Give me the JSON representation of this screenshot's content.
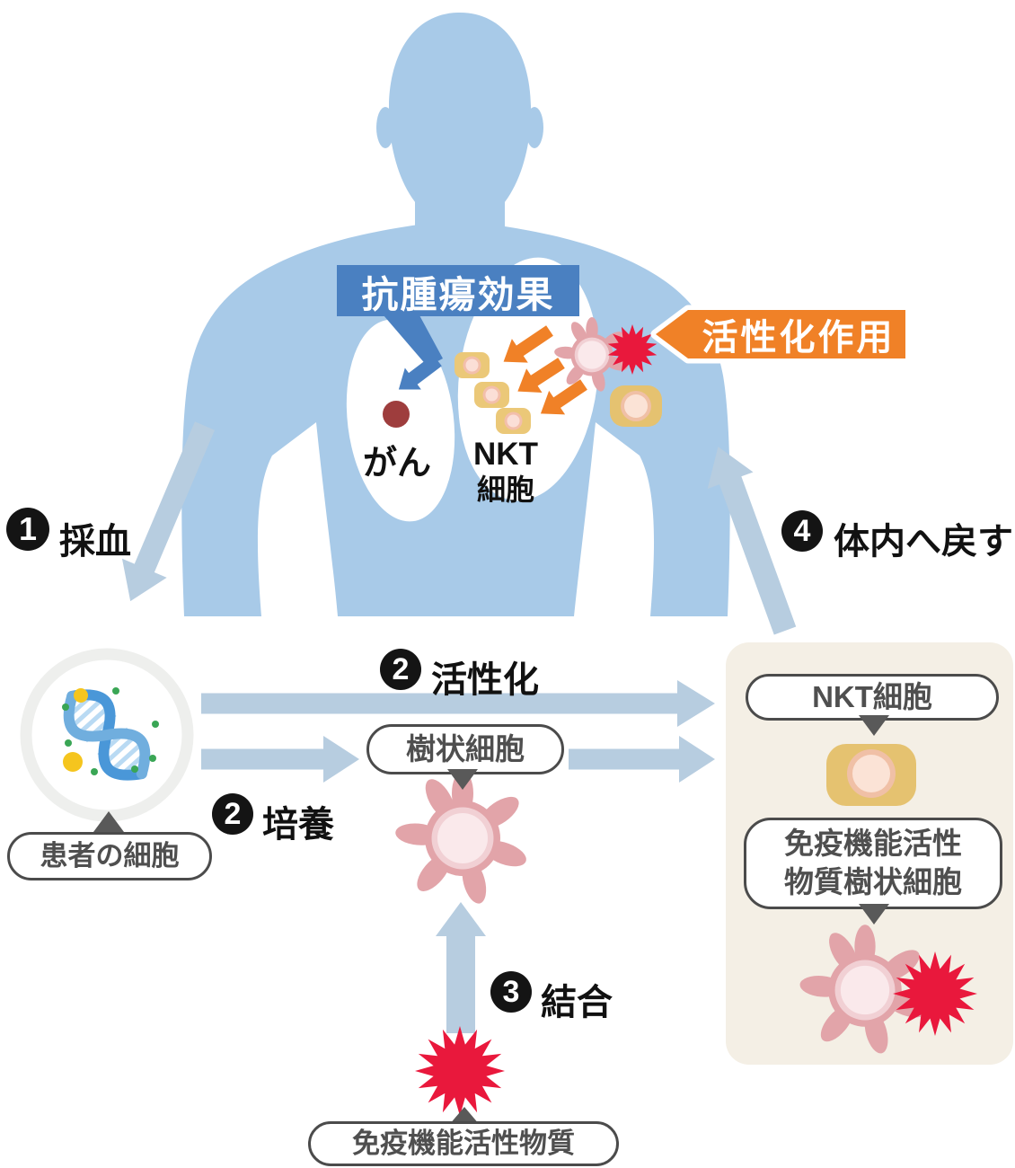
{
  "labels": {
    "anti_tumor_effect": "抗腫瘍効果",
    "activation_effect": "活性化作用",
    "cancer": "がん",
    "nkt_in_lung_line1": "NKT",
    "nkt_in_lung_line2": "細胞"
  },
  "steps": [
    {
      "num": "1",
      "label": "採血"
    },
    {
      "num": "2",
      "label": "活性化"
    },
    {
      "num": "2",
      "label": "培養"
    },
    {
      "num": "3",
      "label": "結合"
    },
    {
      "num": "4",
      "label": "体内へ戻す"
    }
  ],
  "pills": {
    "patient_cell": "患者の細胞",
    "dendritic_cell": "樹状細胞",
    "immune_substance": "免疫機能活性物質",
    "nkt_cell": "NKT細胞",
    "activated_dendritic_line1": "免疫機能活性",
    "activated_dendritic_line2": "物質樹状細胞"
  },
  "colors": {
    "body_blue": "#a8cae8",
    "body_shade": "#5e9bcf",
    "accent_blue": "#4a80c1",
    "flow_arrow": "#b7cde0",
    "orange": "#f08127",
    "red": "#e9183c",
    "pink_cell": "#e2a4a9",
    "pink_ring": "#f1d0d4",
    "pink_core": "#fae9eb",
    "yellow_cell": "#e5c270",
    "cell_ring": "#f0c0a6",
    "cell_core": "#fbe3d6",
    "cancer_dot": "#9e3d3d",
    "panel_bg": "#f4efe5",
    "badge": "#141414",
    "pill_border": "#4b4b4b",
    "pill_text": "#4f4f4f",
    "pointer_gray": "#595959",
    "lung_white": "#ffffff",
    "dna_blue": "#4a97d8",
    "dna_light": "#70aede",
    "dna_hatch": "#b9daf3",
    "dot_yellow": "#f5c51e",
    "dot_green": "#3aa655",
    "ring_gray": "#eeefed"
  }
}
